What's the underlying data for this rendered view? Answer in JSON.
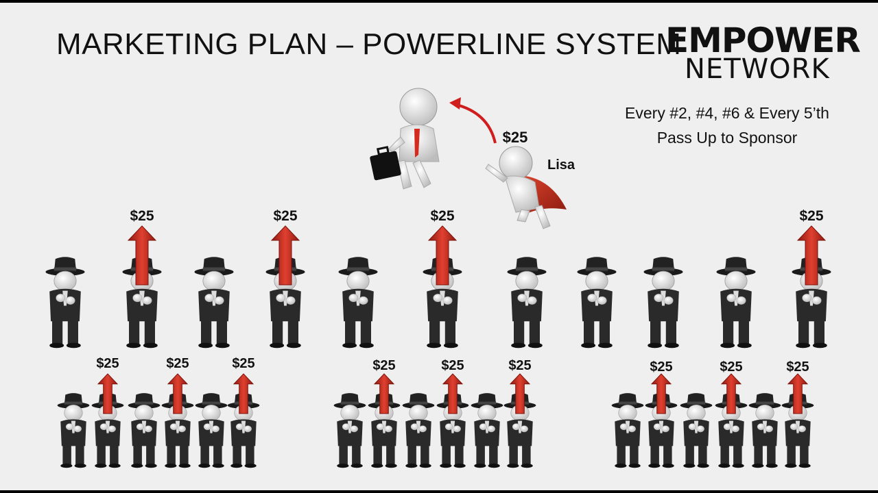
{
  "title": "MARKETING PLAN – POWERLINE SYSTEM",
  "logo": {
    "line1": "EMPOWER",
    "line2": "NETWORK",
    "accent_color": "#2b6fb3"
  },
  "rule": {
    "line1": "Every #2, #4, #6 & Every 5’th",
    "line2": "Pass Up to Sponsor"
  },
  "sponsor": {
    "pass_up_amount": "$25",
    "member_name": "Lisa"
  },
  "passup_amount": "$25",
  "colors": {
    "arrow": "#c0281c",
    "suit": "#2a2a2a",
    "figure": "#e6e6e6"
  }
}
